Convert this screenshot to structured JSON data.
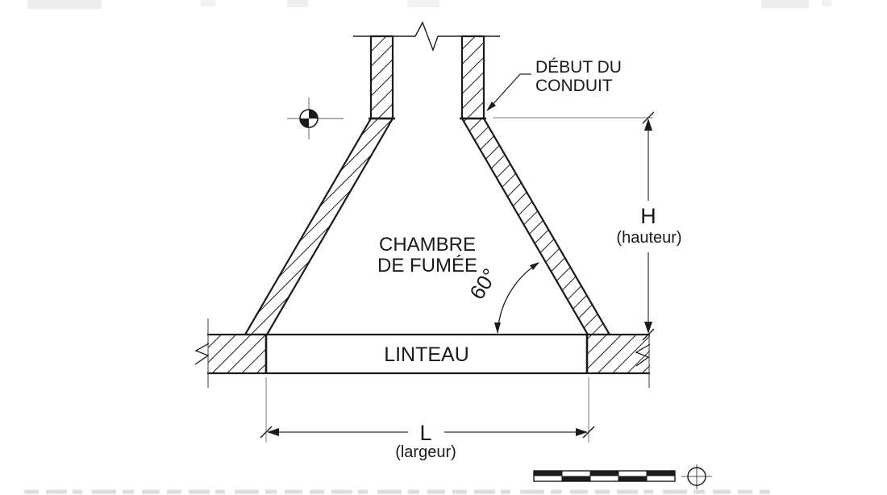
{
  "diagram": {
    "title_implied": "Smoke chamber section (French masonry fireplace detail)",
    "labels": {
      "flue_start_line1": "DÉBUT DU",
      "flue_start_line2": "CONDUIT",
      "chamber_line1": "CHAMBRE",
      "chamber_line2": "DE FUMÉE",
      "lintel": "LINTEAU",
      "angle_value": "60°",
      "height_symbol": "H",
      "height_word": "(hauteur)",
      "width_symbol": "L",
      "width_word": "(largeur)"
    },
    "icons": [
      "center-target-icon",
      "registration-mark-icon",
      "scale-bar",
      "break-line-symbol"
    ],
    "colors": {
      "line": "#1a1a1a",
      "dim_line": "#2e2e2e",
      "extension_line": "#787878",
      "target_line": "#808080",
      "background": "#ffffff",
      "artifact_gray": "#ededed"
    },
    "dimensions": {
      "height_ref": "H = hauteur (from début du conduit down to linteau top)",
      "width_ref": "L = largeur (linteau clear width)",
      "slope_angle_deg": 60
    }
  }
}
